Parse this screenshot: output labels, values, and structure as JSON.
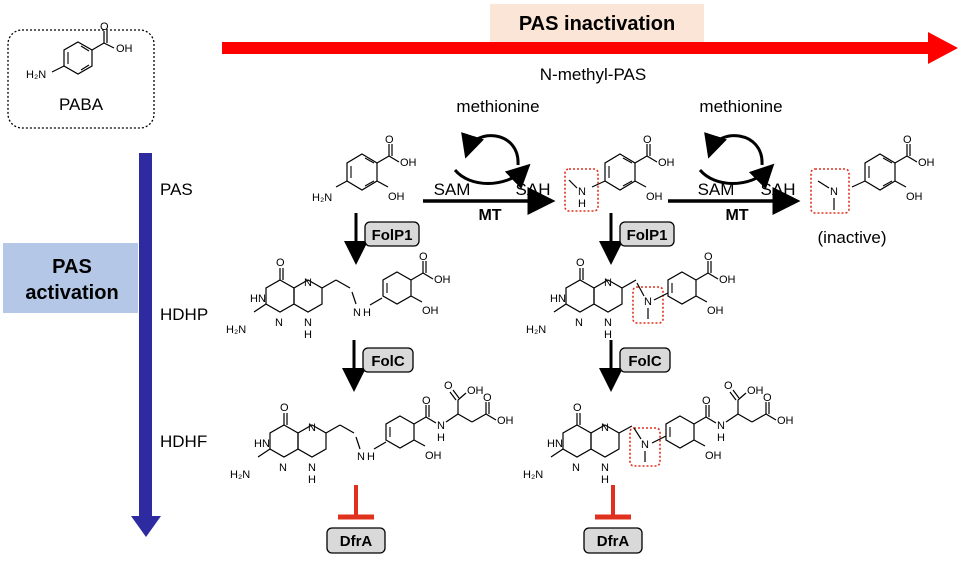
{
  "labels": {
    "pas_inactivation": "PAS inactivation",
    "n_methyl_pas": "N-methyl-PAS",
    "paba": "PABA",
    "pas_activation_line1": "PAS",
    "pas_activation_line2": "activation",
    "stage_pas": "PAS",
    "stage_hdhp": "HDHP",
    "stage_hdhf": "HDHF",
    "inactive": "(inactive)"
  },
  "cycles": [
    {
      "cofactor_top": "methionine",
      "left": "SAM",
      "right": "SAH",
      "enzyme": "MT"
    },
    {
      "cofactor_top": "methionine",
      "left": "SAM",
      "right": "SAH",
      "enzyme": "MT"
    }
  ],
  "enzymes": {
    "folp1": "FolP1",
    "folc": "FolC",
    "dfra": "DfrA"
  },
  "atoms": {
    "oh": "OH",
    "h2n": "H₂N",
    "hn": "HN",
    "n": "N",
    "h": "H",
    "o": "O",
    "nh": "N"
  },
  "colors": {
    "inactivation_arrow": "#ff0000",
    "inactivation_box": "#fbe5d6",
    "activation_arrow": "#2e2aa0",
    "activation_box": "#b4c7e7",
    "inhibition": "#e0301e",
    "methyl_highlight": "#e0301e",
    "enzyme_box": "#d9d9d9"
  }
}
